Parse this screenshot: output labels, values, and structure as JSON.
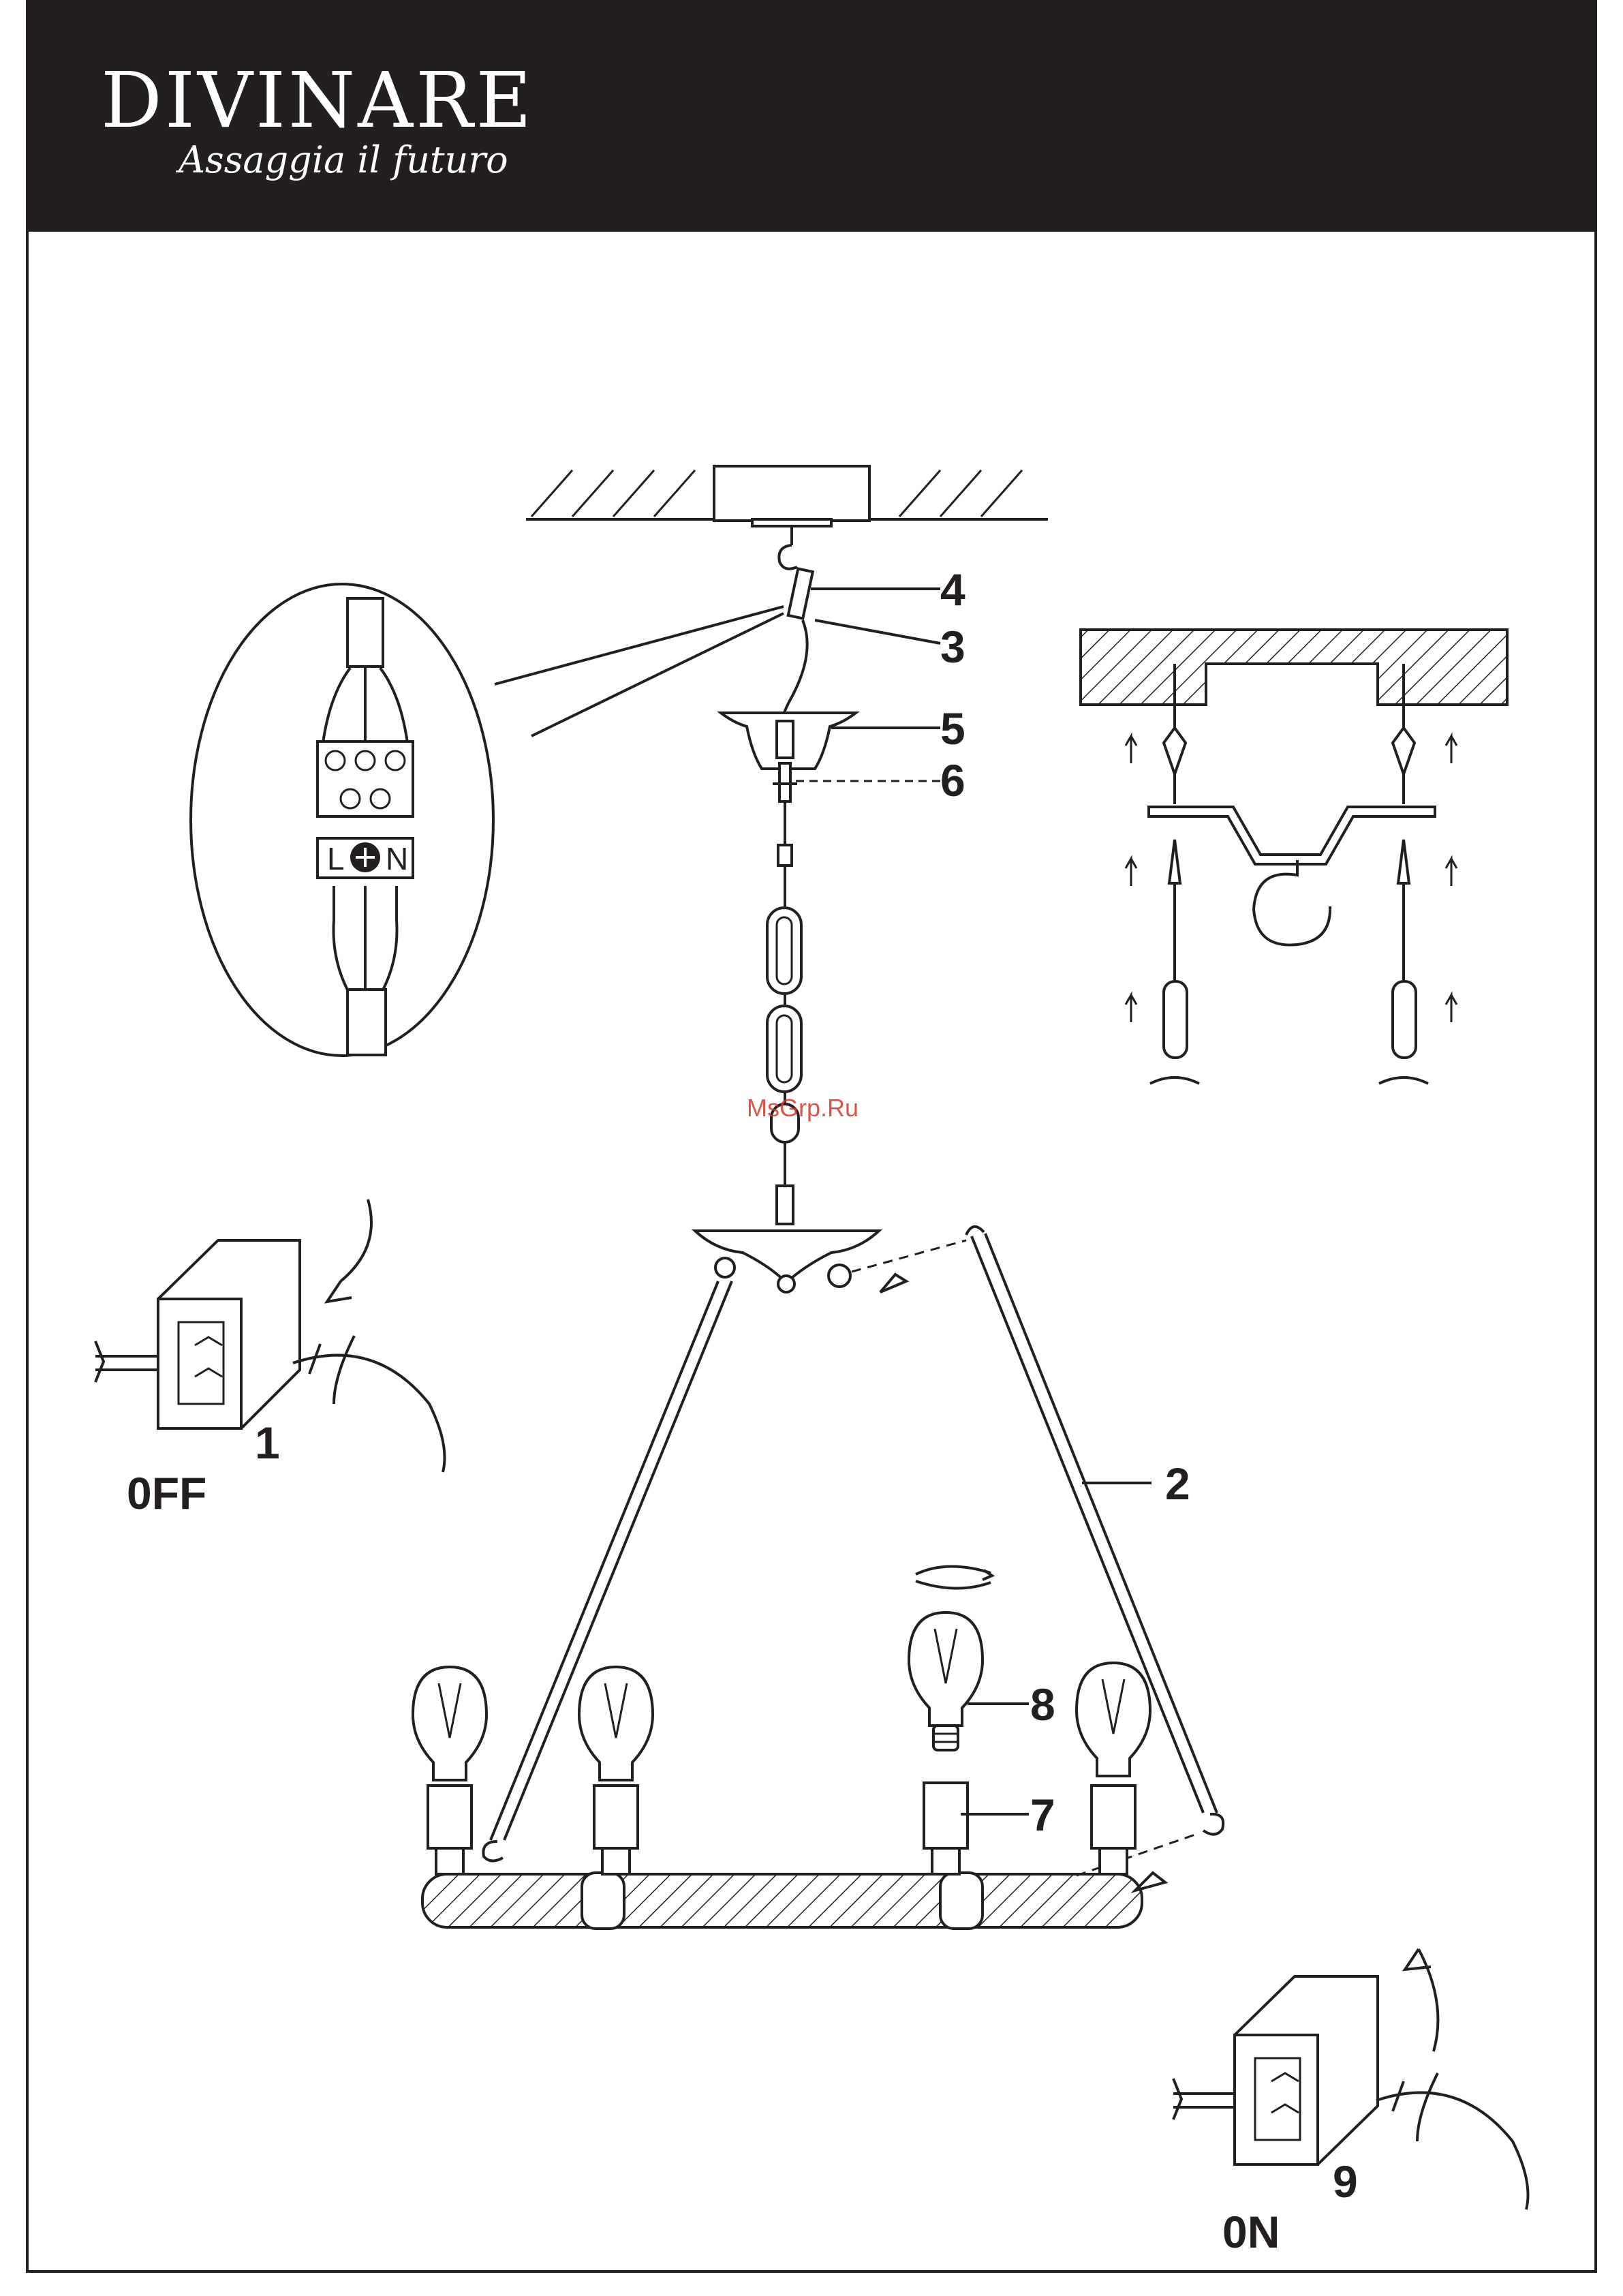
{
  "header": {
    "brand": "DIVINARE",
    "tagline": "Assaggia il futuro"
  },
  "watermark": "MsGrp.Ru",
  "callouts": [
    "1",
    "2",
    "3",
    "4",
    "5",
    "6",
    "7",
    "8",
    "9"
  ],
  "switch_off": {
    "label": "0FF",
    "step": "1"
  },
  "switch_on": {
    "label": "0N",
    "step": "9"
  },
  "terminal": {
    "left": "L",
    "right": "N"
  },
  "colors": {
    "ink": "#231f20",
    "paper": "#ffffff",
    "watermark": "#d0392b"
  }
}
